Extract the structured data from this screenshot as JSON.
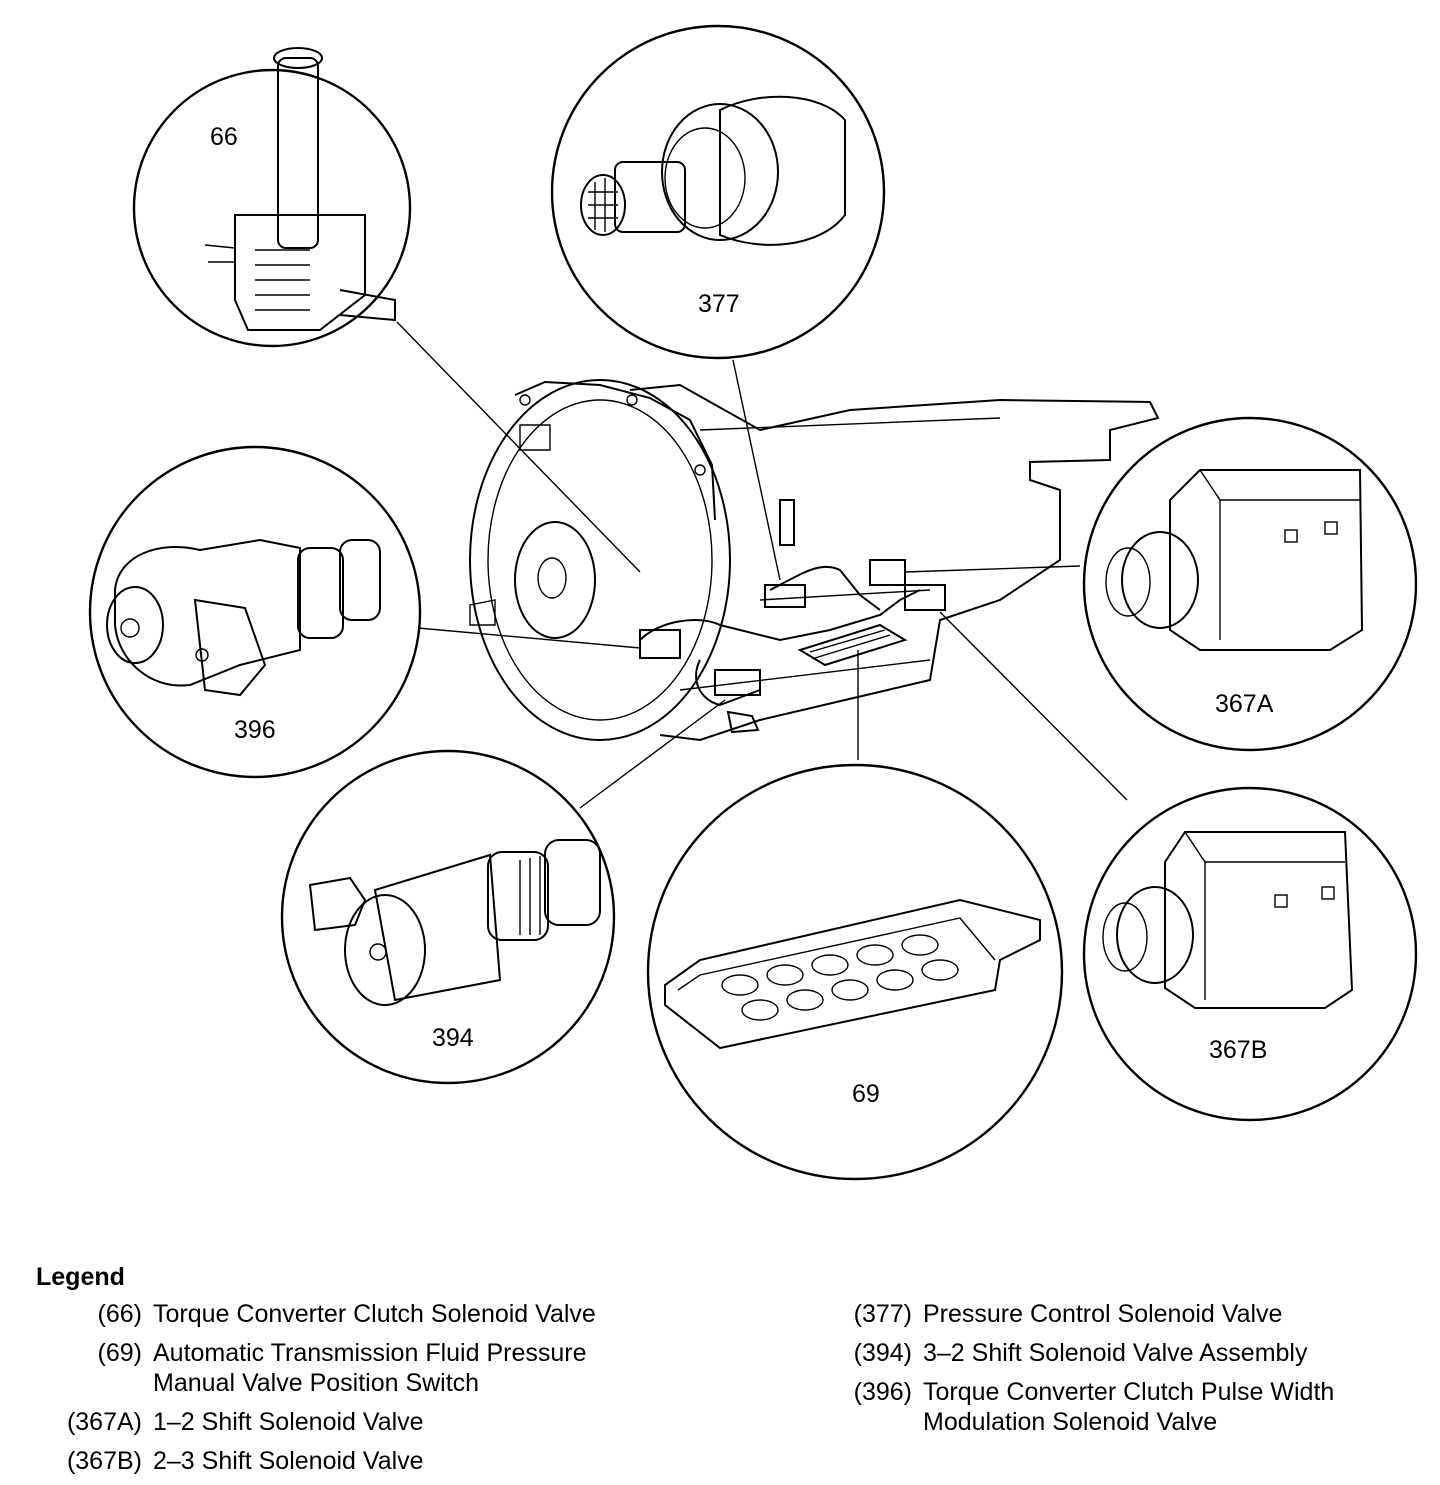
{
  "callouts": {
    "c66": "66",
    "c377": "377",
    "c396": "396",
    "c367a": "367A",
    "c394": "394",
    "c69": "69",
    "c367b": "367B"
  },
  "legend": {
    "title": "Legend",
    "left": [
      {
        "code": "(66)",
        "text": "Torque Converter Clutch Solenoid Valve"
      },
      {
        "code": "(69)",
        "text": "Automatic Transmission Fluid Pressure\nManual Valve Position Switch"
      },
      {
        "code": "(367A)",
        "text": "1–2 Shift Solenoid Valve"
      },
      {
        "code": "(367B)",
        "text": "2–3 Shift Solenoid Valve"
      }
    ],
    "right": [
      {
        "code": "(377)",
        "text": "Pressure Control Solenoid Valve"
      },
      {
        "code": "(394)",
        "text": "3–2 Shift Solenoid Valve Assembly"
      },
      {
        "code": "(396)",
        "text": "Torque Converter Clutch Pulse Width\nModulation Solenoid Valve"
      }
    ]
  }
}
